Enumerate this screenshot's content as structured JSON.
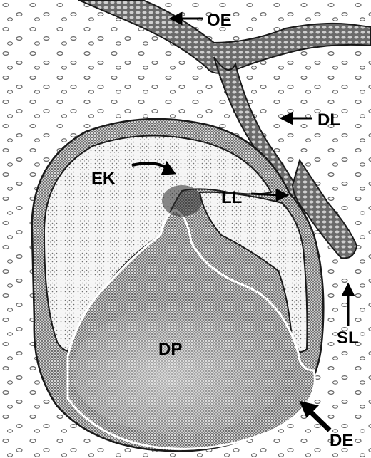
{
  "labels": {
    "oe": "OE",
    "dl": "DL",
    "ek": "EK",
    "ll": "LL",
    "sl": "SL",
    "dp": "DP",
    "de": "DE"
  },
  "colors": {
    "ink": "#1a1a1a",
    "paper": "#ffffff",
    "stipple": "#2b2b2b"
  }
}
